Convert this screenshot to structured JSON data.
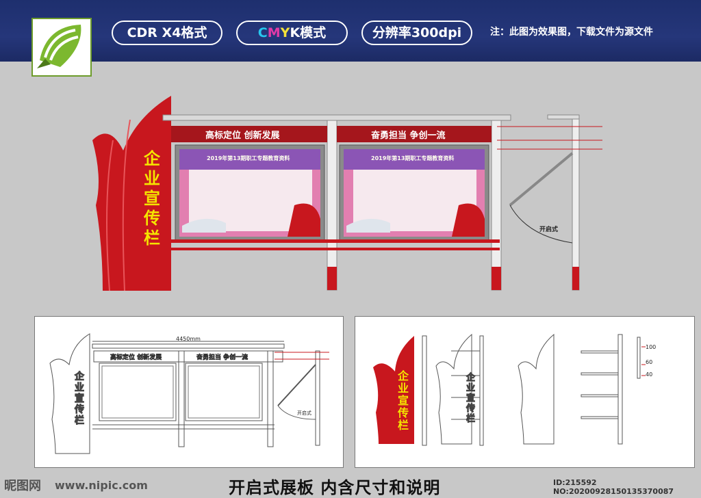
{
  "header": {
    "format_label": "CDR X4格式",
    "color_mode_prefix": {
      "c": "C",
      "m": "M",
      "y": "Y",
      "k": "K"
    },
    "color_mode_suffix": "模式",
    "resolution_label": "分辨率300dpi",
    "note": "注：此图为效果图，下载文件为源文件"
  },
  "board": {
    "vertical_title": "企业宣传栏",
    "left_banner": "高标定位  创新发展",
    "right_banner": "奋勇担当  争创一流",
    "poster_title": "2019年第13期职工专题教育资料",
    "open_label": "开启式"
  },
  "drawing": {
    "width_label": "4450mm",
    "open_label": "开启式",
    "dims": [
      "100",
      "60",
      "40"
    ]
  },
  "footer": {
    "title": "开启式展板   内含尺寸和说明",
    "watermark": "昵图网",
    "site": "www.nipic.com",
    "id_text": "ID:215592 NO:20200928150135370087"
  },
  "colors": {
    "brand_red": "#c8171e",
    "navy": "#1e2f6e"
  }
}
